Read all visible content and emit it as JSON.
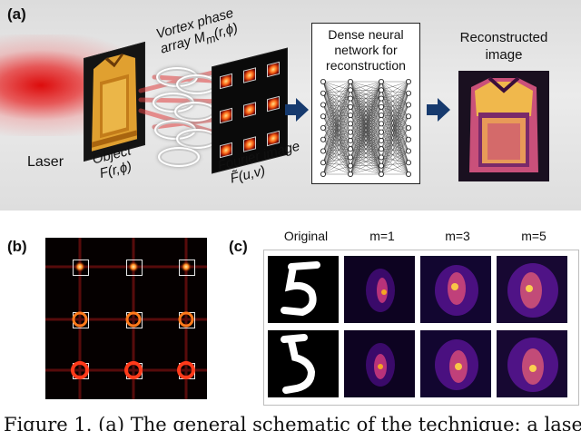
{
  "panel_a": {
    "label": "(a)",
    "laser_label": "Laser",
    "object_label": "Object",
    "object_func": "F(r,ϕ)",
    "vortex_line1": "Vortex phase",
    "vortex_line2": "array M",
    "vortex_sub": "m",
    "vortex_args": "(r,ϕ)",
    "fourier_label": "Fourier image",
    "fourier_func": "F̃(u,v)",
    "nn_line1": "Dense neural",
    "nn_line2": "network for",
    "nn_line3": "reconstruction",
    "recon_line1": "Reconstructed",
    "recon_line2": "image"
  },
  "panel_b": {
    "label": "(b)"
  },
  "panel_c": {
    "label": "(c)",
    "col_headers": [
      "Original",
      "m=1",
      "m=3",
      "m=5"
    ]
  },
  "caption": {
    "text": "Figure 1. (a) The general schematic of the technique: a laser"
  },
  "colors": {
    "arrow": "#163a6e",
    "laser": "#dd1111",
    "accent": "#f5a623"
  }
}
